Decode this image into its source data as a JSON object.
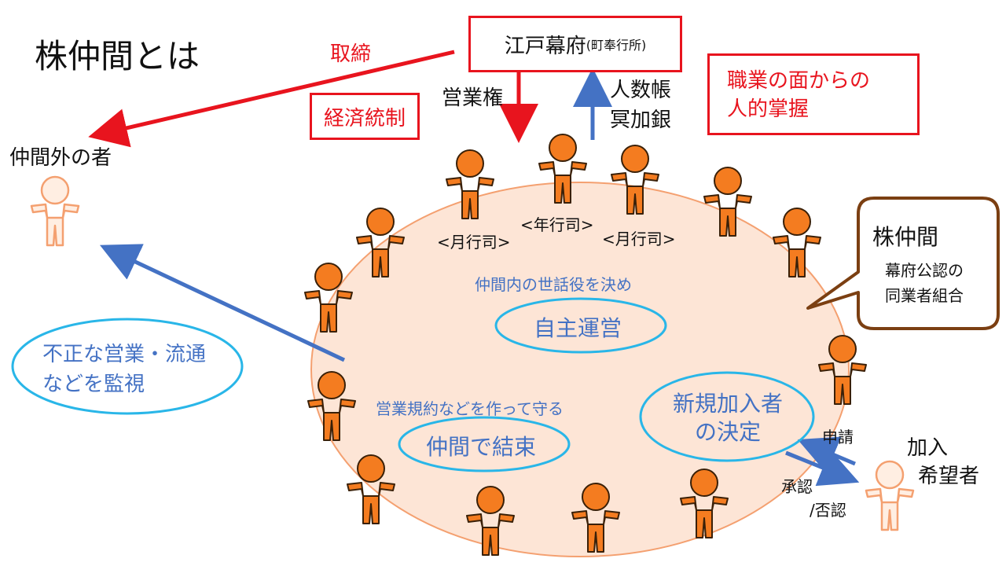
{
  "title": "株仲間とは",
  "shogunate": {
    "main": "江戸幕府",
    "sub": "(町奉行所)"
  },
  "labels": {
    "regulation": "取締",
    "economic_control": "経済統制",
    "business_rights": "営業権",
    "census_line1": "人数帳",
    "census_line2": "冥加銀",
    "grasp_line1": "職業の面からの",
    "grasp_line2": "人的掌握",
    "outsider": "仲間外の者",
    "watch_line1": "不正な営業・流通",
    "watch_line2": "などを監視",
    "month_steward_left": "<月行司>",
    "year_steward": "<年行司>",
    "month_steward_right": "<月行司>",
    "choose_caretakers": "仲間内の世話役を決め",
    "self_governance": "自主運営",
    "make_rules": "営業規約などを作って守る",
    "unity": "仲間で結束",
    "new_member_line1": "新規加入者",
    "new_member_line2": "の決定",
    "apply": "申請",
    "approve_line1": "承認",
    "approve_line2": "/否認",
    "applicant_line1": "加入",
    "applicant_line2": "希望者"
  },
  "callout": {
    "title": "株仲間",
    "desc_line1": "幕府公認の",
    "desc_line2": "同業者組合"
  },
  "colors": {
    "red": "#e8141e",
    "blue": "#4472c4",
    "orange_person": "#f47c20",
    "ellipse_fill": "#fde5d6",
    "ellipse_stroke": "#f4a070",
    "callout_border": "#7b3f12",
    "light_person": "#ffeee2"
  }
}
